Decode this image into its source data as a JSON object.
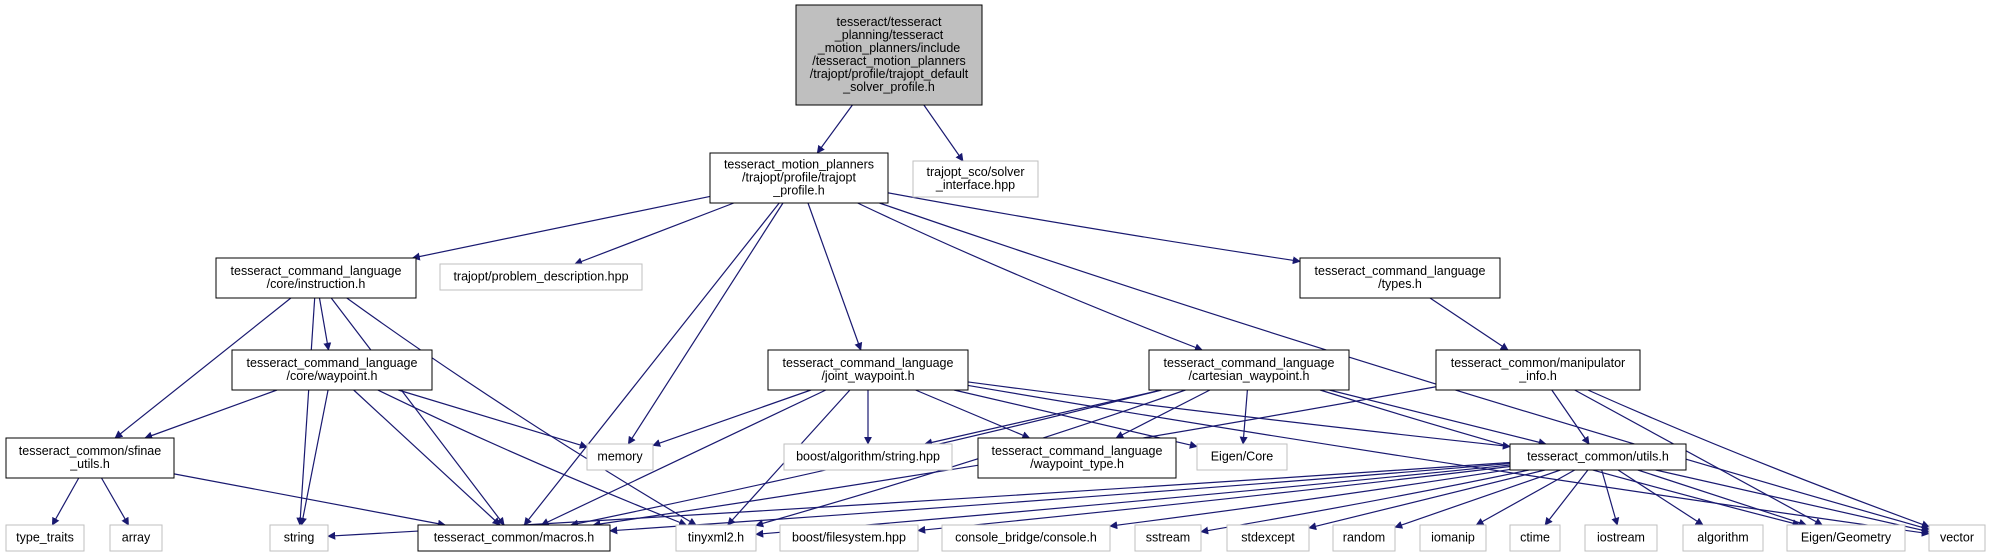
{
  "diagram": {
    "nodes": [
      {
        "id": "root",
        "kind": "main",
        "lines": [
          "tesseract/tesseract",
          "_planning/tesseract",
          "_motion_planners/include",
          "/tesseract_motion_planners",
          "/trajopt/profile/trajopt_default",
          "_solver_profile.h"
        ]
      },
      {
        "id": "trajopt_profile",
        "kind": "local",
        "lines": [
          "tesseract_motion_planners",
          "/trajopt/profile/trajopt",
          "_profile.h"
        ]
      },
      {
        "id": "solver_interface",
        "kind": "ext",
        "lines": [
          "trajopt_sco/solver",
          "_interface.hpp"
        ]
      },
      {
        "id": "instruction",
        "kind": "local",
        "lines": [
          "tesseract_command_language",
          "/core/instruction.h"
        ]
      },
      {
        "id": "problem_description",
        "kind": "ext",
        "lines": [
          "trajopt/problem_description.hpp"
        ]
      },
      {
        "id": "types",
        "kind": "local",
        "lines": [
          "tesseract_command_language",
          "/types.h"
        ]
      },
      {
        "id": "waypoint",
        "kind": "local",
        "lines": [
          "tesseract_command_language",
          "/core/waypoint.h"
        ]
      },
      {
        "id": "joint_waypoint",
        "kind": "local",
        "lines": [
          "tesseract_command_language",
          "/joint_waypoint.h"
        ]
      },
      {
        "id": "cartesian_waypoint",
        "kind": "local",
        "lines": [
          "tesseract_command_language",
          "/cartesian_waypoint.h"
        ]
      },
      {
        "id": "manipulator_info",
        "kind": "local",
        "lines": [
          "tesseract_common/manipulator",
          "_info.h"
        ]
      },
      {
        "id": "sfinae_utils",
        "kind": "local",
        "lines": [
          "tesseract_common/sfinae",
          "_utils.h"
        ]
      },
      {
        "id": "memory",
        "kind": "ext",
        "lines": [
          "memory"
        ]
      },
      {
        "id": "boost_string",
        "kind": "ext",
        "lines": [
          "boost/algorithm/string.hpp"
        ]
      },
      {
        "id": "waypoint_type",
        "kind": "local",
        "lines": [
          "tesseract_command_language",
          "/waypoint_type.h"
        ]
      },
      {
        "id": "eigen_core",
        "kind": "ext",
        "lines": [
          "Eigen/Core"
        ]
      },
      {
        "id": "utils",
        "kind": "local",
        "lines": [
          "tesseract_common/utils.h"
        ]
      },
      {
        "id": "type_traits",
        "kind": "ext",
        "lines": [
          "type_traits"
        ]
      },
      {
        "id": "array",
        "kind": "ext",
        "lines": [
          "array"
        ]
      },
      {
        "id": "string",
        "kind": "ext",
        "lines": [
          "string"
        ]
      },
      {
        "id": "macros",
        "kind": "local",
        "lines": [
          "tesseract_common/macros.h"
        ]
      },
      {
        "id": "tinyxml2",
        "kind": "ext",
        "lines": [
          "tinyxml2.h"
        ]
      },
      {
        "id": "boost_filesystem",
        "kind": "ext",
        "lines": [
          "boost/filesystem.hpp"
        ]
      },
      {
        "id": "console",
        "kind": "ext",
        "lines": [
          "console_bridge/console.h"
        ]
      },
      {
        "id": "sstream",
        "kind": "ext",
        "lines": [
          "sstream"
        ]
      },
      {
        "id": "stdexcept",
        "kind": "ext",
        "lines": [
          "stdexcept"
        ]
      },
      {
        "id": "random",
        "kind": "ext",
        "lines": [
          "random"
        ]
      },
      {
        "id": "iomanip",
        "kind": "ext",
        "lines": [
          "iomanip"
        ]
      },
      {
        "id": "ctime",
        "kind": "ext",
        "lines": [
          "ctime"
        ]
      },
      {
        "id": "iostream",
        "kind": "ext",
        "lines": [
          "iostream"
        ]
      },
      {
        "id": "algorithm",
        "kind": "ext",
        "lines": [
          "algorithm"
        ]
      },
      {
        "id": "eigen_geometry",
        "kind": "ext",
        "lines": [
          "Eigen/Geometry"
        ]
      },
      {
        "id": "vector",
        "kind": "ext",
        "lines": [
          "vector"
        ]
      }
    ],
    "edges": [
      [
        "root",
        "trajopt_profile"
      ],
      [
        "root",
        "solver_interface"
      ],
      [
        "trajopt_profile",
        "instruction"
      ],
      [
        "trajopt_profile",
        "problem_description"
      ],
      [
        "trajopt_profile",
        "types"
      ],
      [
        "trajopt_profile",
        "joint_waypoint"
      ],
      [
        "trajopt_profile",
        "cartesian_waypoint"
      ],
      [
        "trajopt_profile",
        "memory"
      ],
      [
        "trajopt_profile",
        "macros"
      ],
      [
        "trajopt_profile",
        "vector"
      ],
      [
        "instruction",
        "waypoint"
      ],
      [
        "instruction",
        "sfinae_utils"
      ],
      [
        "instruction",
        "string"
      ],
      [
        "instruction",
        "macros"
      ],
      [
        "instruction",
        "tinyxml2"
      ],
      [
        "waypoint",
        "sfinae_utils"
      ],
      [
        "waypoint",
        "memory"
      ],
      [
        "waypoint",
        "string"
      ],
      [
        "waypoint",
        "macros"
      ],
      [
        "waypoint",
        "tinyxml2"
      ],
      [
        "sfinae_utils",
        "type_traits"
      ],
      [
        "sfinae_utils",
        "array"
      ],
      [
        "sfinae_utils",
        "macros"
      ],
      [
        "types",
        "manipulator_info"
      ],
      [
        "joint_waypoint",
        "memory"
      ],
      [
        "joint_waypoint",
        "boost_string"
      ],
      [
        "joint_waypoint",
        "waypoint_type"
      ],
      [
        "joint_waypoint",
        "eigen_core"
      ],
      [
        "joint_waypoint",
        "utils"
      ],
      [
        "joint_waypoint",
        "macros"
      ],
      [
        "joint_waypoint",
        "tinyxml2"
      ],
      [
        "joint_waypoint",
        "vector"
      ],
      [
        "cartesian_waypoint",
        "boost_string"
      ],
      [
        "cartesian_waypoint",
        "waypoint_type"
      ],
      [
        "cartesian_waypoint",
        "eigen_core"
      ],
      [
        "cartesian_waypoint",
        "utils"
      ],
      [
        "cartesian_waypoint",
        "eigen_geometry"
      ],
      [
        "cartesian_waypoint",
        "macros"
      ],
      [
        "cartesian_waypoint",
        "tinyxml2"
      ],
      [
        "manipulator_info",
        "utils"
      ],
      [
        "manipulator_info",
        "eigen_geometry"
      ],
      [
        "manipulator_info",
        "vector"
      ],
      [
        "manipulator_info",
        "macros"
      ],
      [
        "utils",
        "string"
      ],
      [
        "utils",
        "macros"
      ],
      [
        "utils",
        "tinyxml2"
      ],
      [
        "utils",
        "boost_filesystem"
      ],
      [
        "utils",
        "console"
      ],
      [
        "utils",
        "sstream"
      ],
      [
        "utils",
        "stdexcept"
      ],
      [
        "utils",
        "random"
      ],
      [
        "utils",
        "iomanip"
      ],
      [
        "utils",
        "ctime"
      ],
      [
        "utils",
        "iostream"
      ],
      [
        "utils",
        "algorithm"
      ],
      [
        "utils",
        "eigen_geometry"
      ],
      [
        "utils",
        "vector"
      ]
    ],
    "colors": {
      "edge": "#191970",
      "main_fill": "#bfbfbf",
      "local_border": "#000000",
      "external_border": "#bfbfbf"
    }
  }
}
